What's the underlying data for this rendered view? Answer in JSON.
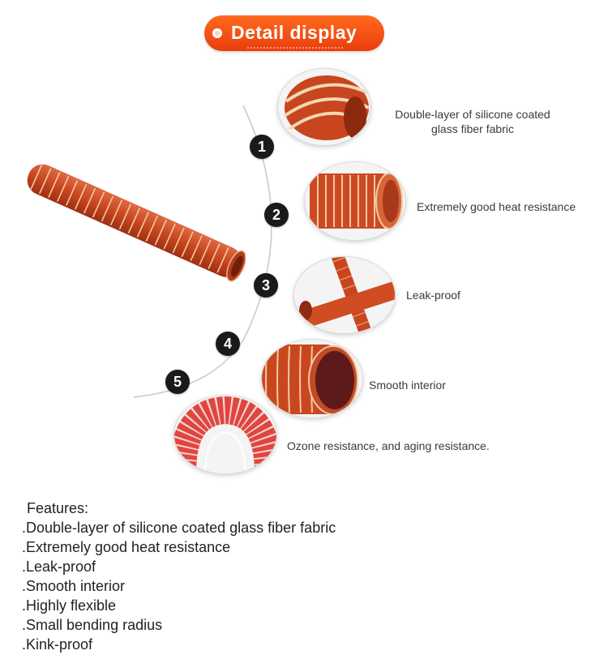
{
  "header": {
    "title": "Detail display"
  },
  "colors": {
    "accent": "#ea3d0c",
    "hose": "#c94a2a",
    "stripe": "#f2d9b0",
    "marker": "#1a1a1a"
  },
  "main_image": {
    "icon": "red-silicone-hose-image"
  },
  "details": [
    {
      "number": "1",
      "label": "Double-layer of silicone coated\nglass fiber fabric",
      "label_line1": "Double-layer of silicone coated",
      "label_line2": "glass fiber fabric",
      "icon": "hose-end-closeup-image"
    },
    {
      "number": "2",
      "label": "Extremely good heat resistance",
      "icon": "hose-ribbed-image"
    },
    {
      "number": "3",
      "label": "Leak-proof",
      "icon": "hose-crossed-image"
    },
    {
      "number": "4",
      "label": "Smooth interior",
      "icon": "hose-interior-image"
    },
    {
      "number": "5",
      "label": "Ozone resistance, and aging resistance.",
      "icon": "hose-bent-image"
    }
  ],
  "features": {
    "title": "Features:",
    "items": [
      ".Double-layer of silicone coated glass fiber fabric",
      ".Extremely good heat resistance",
      ".Leak-proof",
      ".Smooth interior",
      ".Highly flexible",
      ".Small bending radius",
      ".Kink-proof"
    ]
  }
}
